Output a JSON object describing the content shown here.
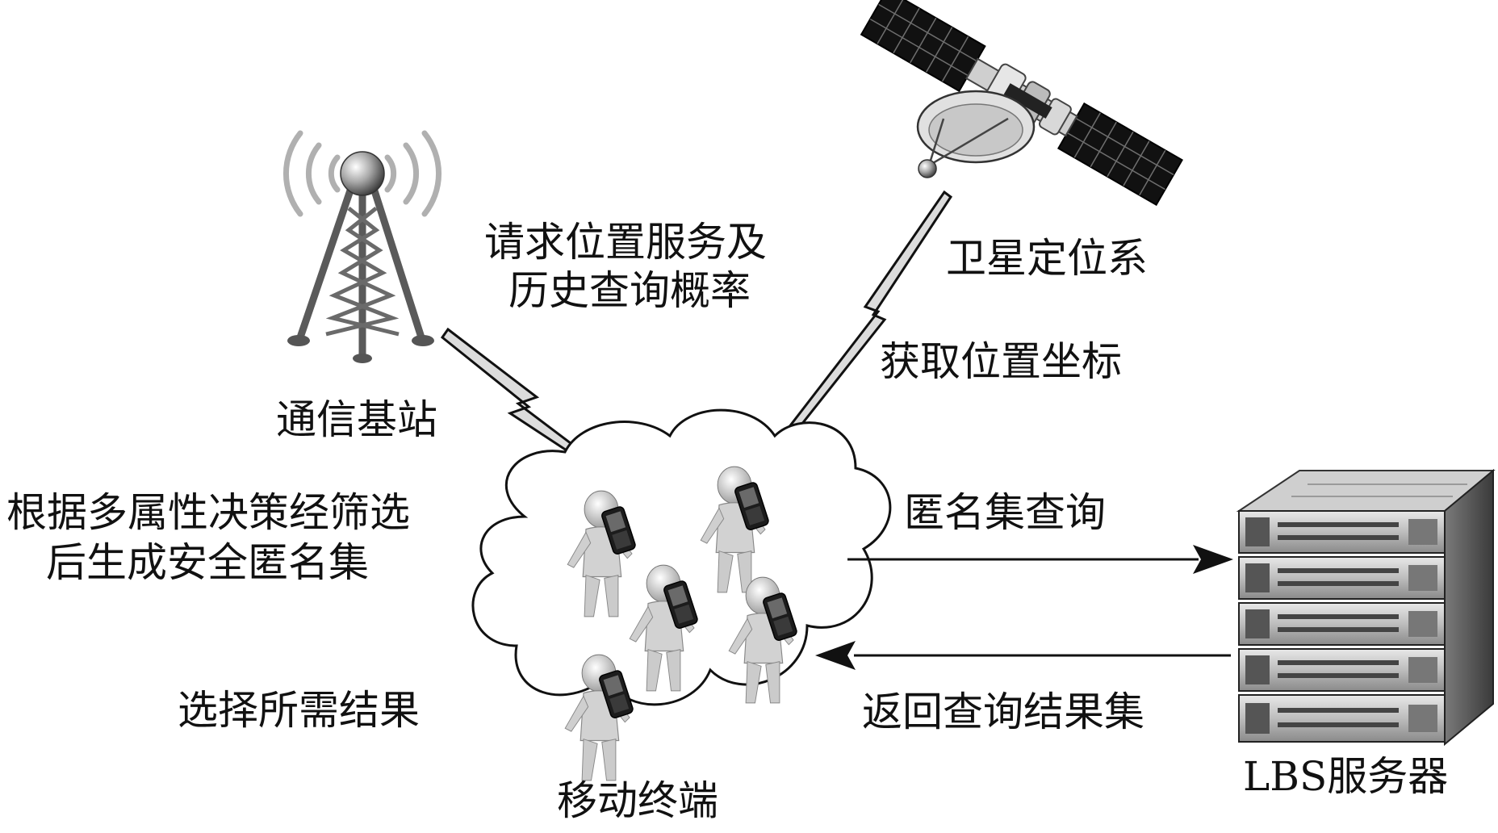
{
  "labels": {
    "tower": "通信基站",
    "satellite": "卫星定位系",
    "request_line1": "请求位置服务及",
    "request_line2": "历史查询概率",
    "get_coords": "获取位置坐标",
    "filter_line1": "根据多属性决策经筛选",
    "filter_line2": "后生成安全匿名集",
    "select": "选择所需结果",
    "mobile": "移动终端",
    "anon_query": "匿名集查询",
    "return_results": "返回查询结果集",
    "server": "LBS服务器"
  },
  "colors": {
    "line": "#111111",
    "bolt_fill": "#dcdcdc",
    "metal": "#9a9a9a",
    "figure": "#d8d8d8",
    "dark": "#1a1a1a"
  },
  "icons": [
    "radio-tower-icon",
    "satellite-icon",
    "server-rack-icon",
    "mobile-user-icon",
    "cloud-icon",
    "lightning-bolt-icon",
    "arrow-right-icon",
    "arrow-left-icon"
  ]
}
